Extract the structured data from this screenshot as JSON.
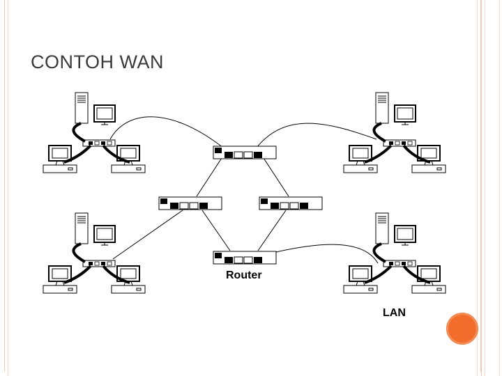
{
  "slide": {
    "title": "CONTOH WAN"
  },
  "labels": {
    "router": "Router",
    "lan": "LAN"
  },
  "colors": {
    "border": "#f2c9b4",
    "accent": "#f26c2c",
    "ink": "#000000"
  }
}
